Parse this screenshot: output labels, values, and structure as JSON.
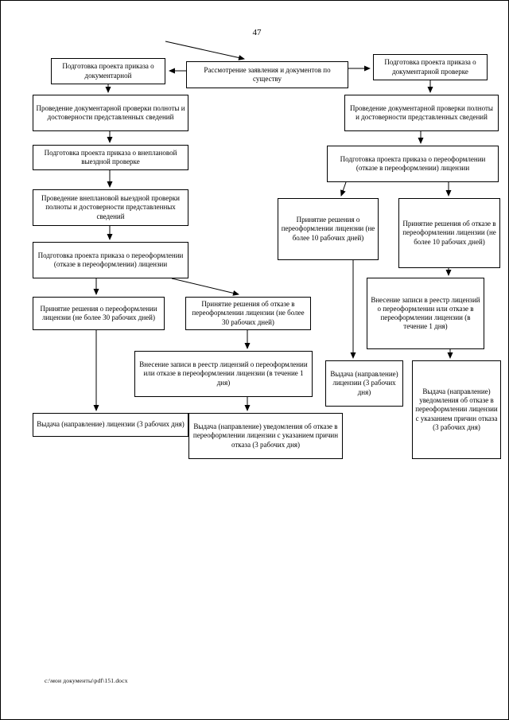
{
  "page": {
    "number": "47",
    "footer": "с:\\мои документы\\pdf\\151.docx"
  },
  "nodes": {
    "review": "Рассмотрение заявления и документов по существу",
    "l1": "Подготовка проекта приказа о документарной",
    "l2": "Проведение документарной проверки полноты и достоверности представленных сведений",
    "l3": "Подготовка проекта приказа о внеплановой выездной проверке",
    "l4": "Проведение внеплановой выездной проверки полноты и достоверности представленных сведений",
    "l5": "Подготовка проекта приказа о переоформлении (отказе в переоформлении) лицензии",
    "l6a": "Принятие решения о переоформлении лицензии (не более 30 рабочих дней)",
    "l6b": "Принятие решения об отказе в переоформлении лицензии (не более 30 рабочих дней)",
    "l7": "Внесение записи в реестр лицензий о переоформлении или отказе в переоформлении лицензии (в течение 1 дня)",
    "l8a": "Выдача (направление) лицензии (3 рабочих дня)",
    "l8b": "Выдача (направление) уведомления об отказе в переоформлении лицензии с указанием причин отказа (3 рабочих дня)",
    "r1": "Подготовка проекта приказа о документарной проверке",
    "r2": "Проведение документарной проверки полноты и достоверности представленных сведений",
    "r3": "Подготовка проекта приказа о переоформлении (отказе в переоформлении) лицензии",
    "r4a": "Принятие решения о переоформлении лицензии (не более 10 рабочих дней)",
    "r4b": "Принятие решения об отказе в переоформлении лицензии (не более 10 рабочих дней)",
    "r5": "Внесение записи в реестр лицензий о переоформлении или отказе в переоформлении лицензии (в течение 1 дня)",
    "r6a": "Выдача (направление) лицензии (3 рабочих дня)",
    "r6b": "Выдача (направление) уведомления об отказе в переоформлении лицензии с указанием причин отказа (3 рабочих дня)"
  }
}
